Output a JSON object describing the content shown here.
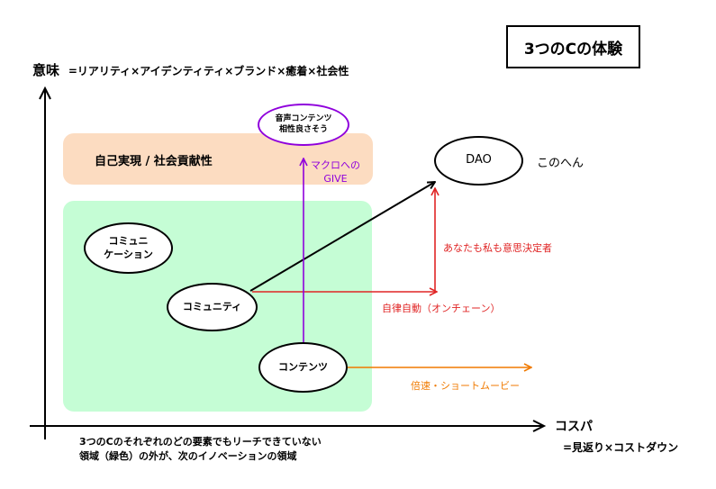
{
  "title": "3つのCの体験",
  "axes": {
    "y_label": "意味",
    "y_formula": "=リアリティ×アイデンティティ×ブランド×癒着×社会性",
    "x_label": "コスパ",
    "x_formula": "=見返り×コストダウン"
  },
  "regions": {
    "self_realization": "自己実現 / 社会貢献性",
    "green_note_line1": "3つのCのそれぞれのどの要素でもリーチできていない",
    "green_note_line2": "領域（緑色）の外が、次のイノベーションの領域"
  },
  "nodes": {
    "communication_line1": "コミュニ",
    "communication_line2": "ケーション",
    "community": "コミュニティ",
    "contents": "コンテンツ",
    "dao": "DAO",
    "audio_line1": "音声コンテンツ",
    "audio_line2": "相性良さそう"
  },
  "annotations": {
    "dao_here": "このへん",
    "decision_makers": "あなたも私も意思決定者",
    "autonomous": "自律自動（オンチェーン）",
    "speed": "倍速・ショートムービー",
    "macro_line1": "マクロへの",
    "macro_line2": "GIVE"
  },
  "colors": {
    "orange_region": "#fcdcc1",
    "green_region": "#c5fdd5",
    "red_arrow": "#e02525",
    "orange_arrow": "#f07a00",
    "purple_arrow": "#8f00dc"
  }
}
